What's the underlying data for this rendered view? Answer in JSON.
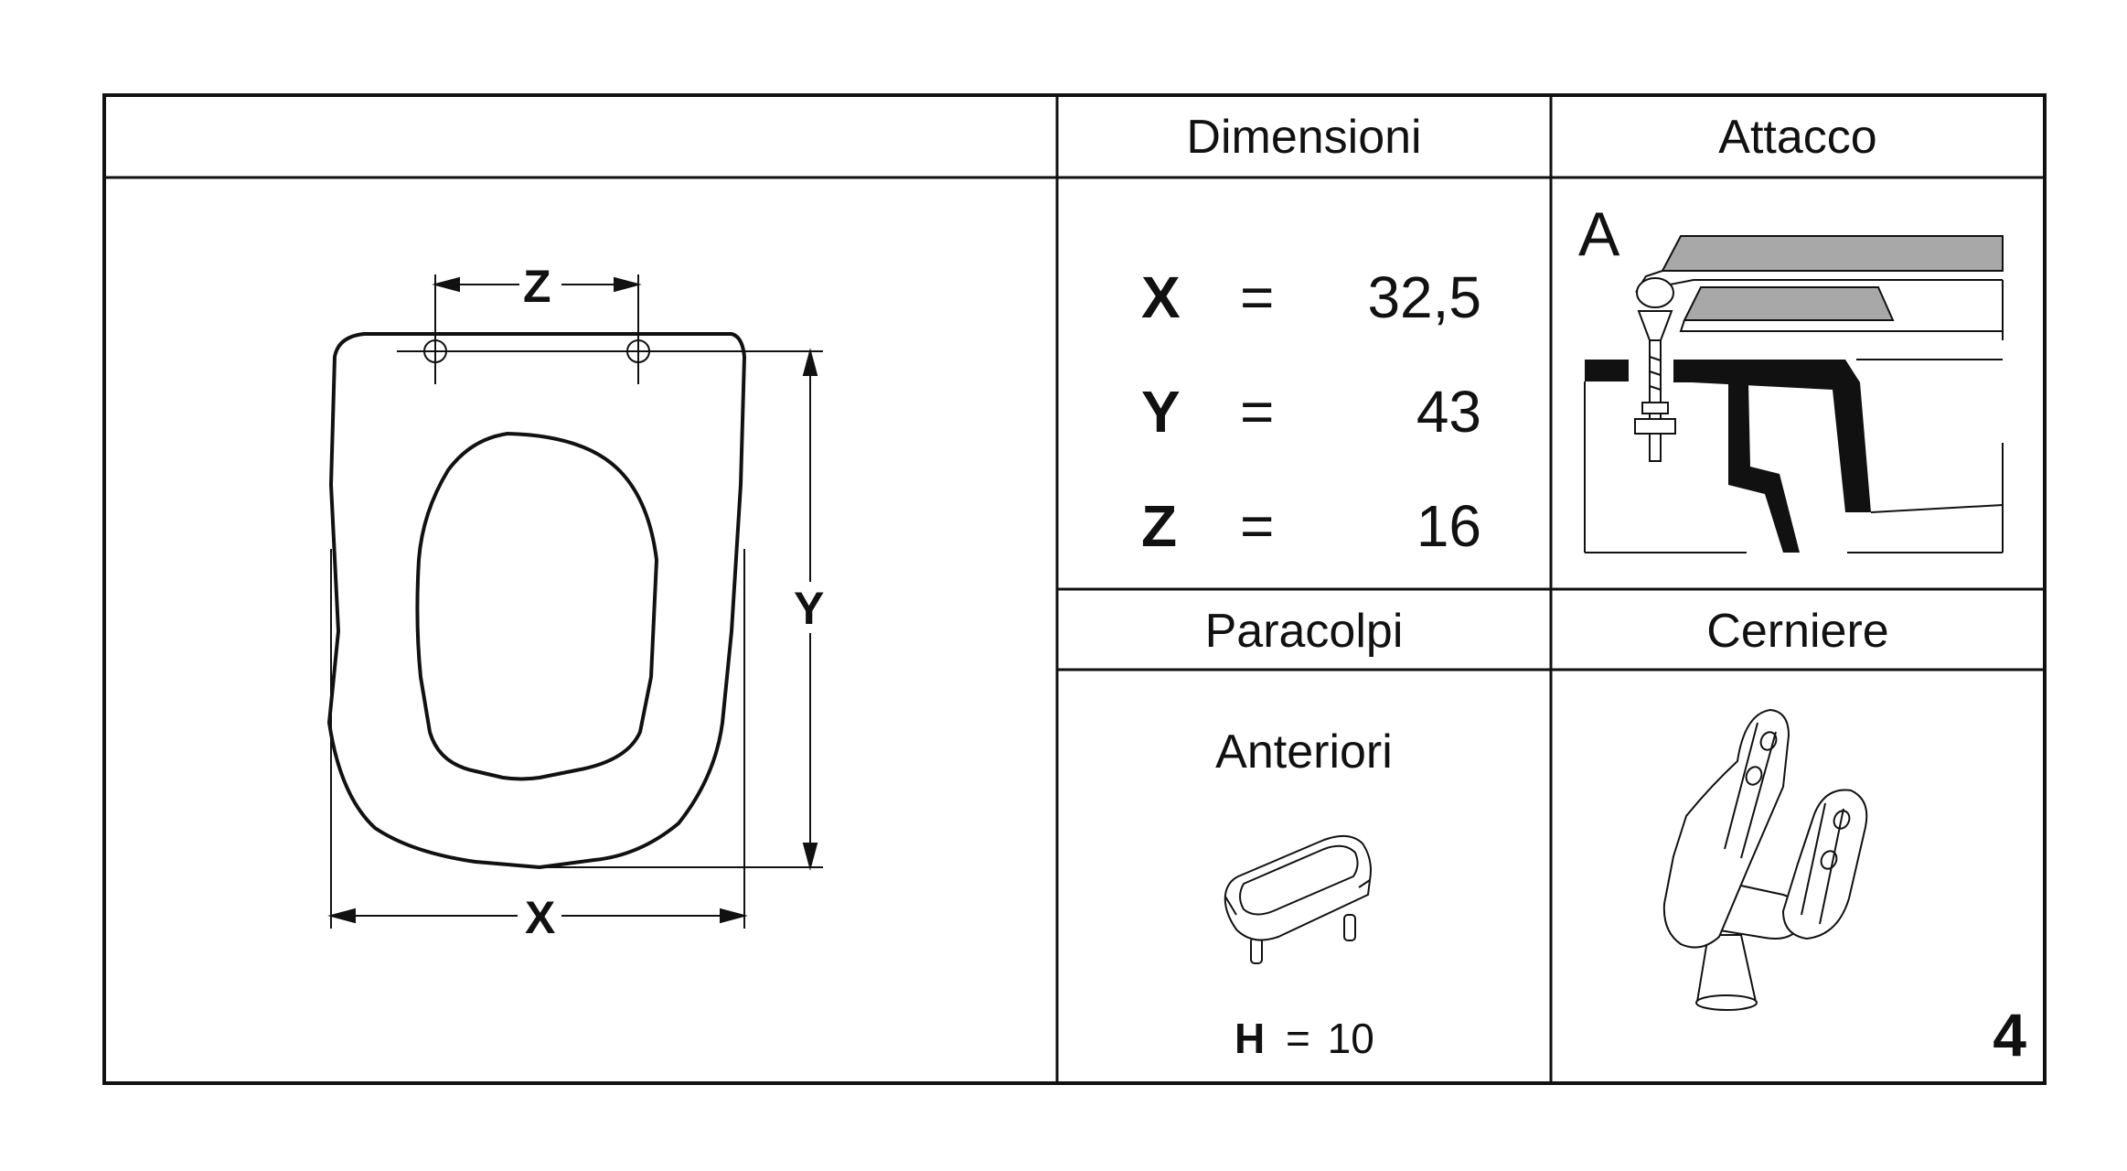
{
  "headers": {
    "dimensioni": "Dimensioni",
    "attacco": "Attacco",
    "paracolpi": "Paracolpi",
    "cerniere": "Cerniere"
  },
  "dimensions": [
    {
      "key": "X",
      "eq": "=",
      "value": "32,5"
    },
    {
      "key": "Y",
      "eq": "=",
      "value": "43"
    },
    {
      "key": "Z",
      "eq": "=",
      "value": "16"
    }
  ],
  "drawing_labels": {
    "x": "X",
    "y": "Y",
    "z": "Z"
  },
  "attacco": {
    "type_letter": "A"
  },
  "paracolpi": {
    "subtitle": "Anteriori",
    "h_key": "H",
    "h_eq": "=",
    "h_value": "10"
  },
  "page_number": "4",
  "colors": {
    "line": "#111111",
    "shade": "#a8a8a8",
    "background": "#ffffff"
  }
}
